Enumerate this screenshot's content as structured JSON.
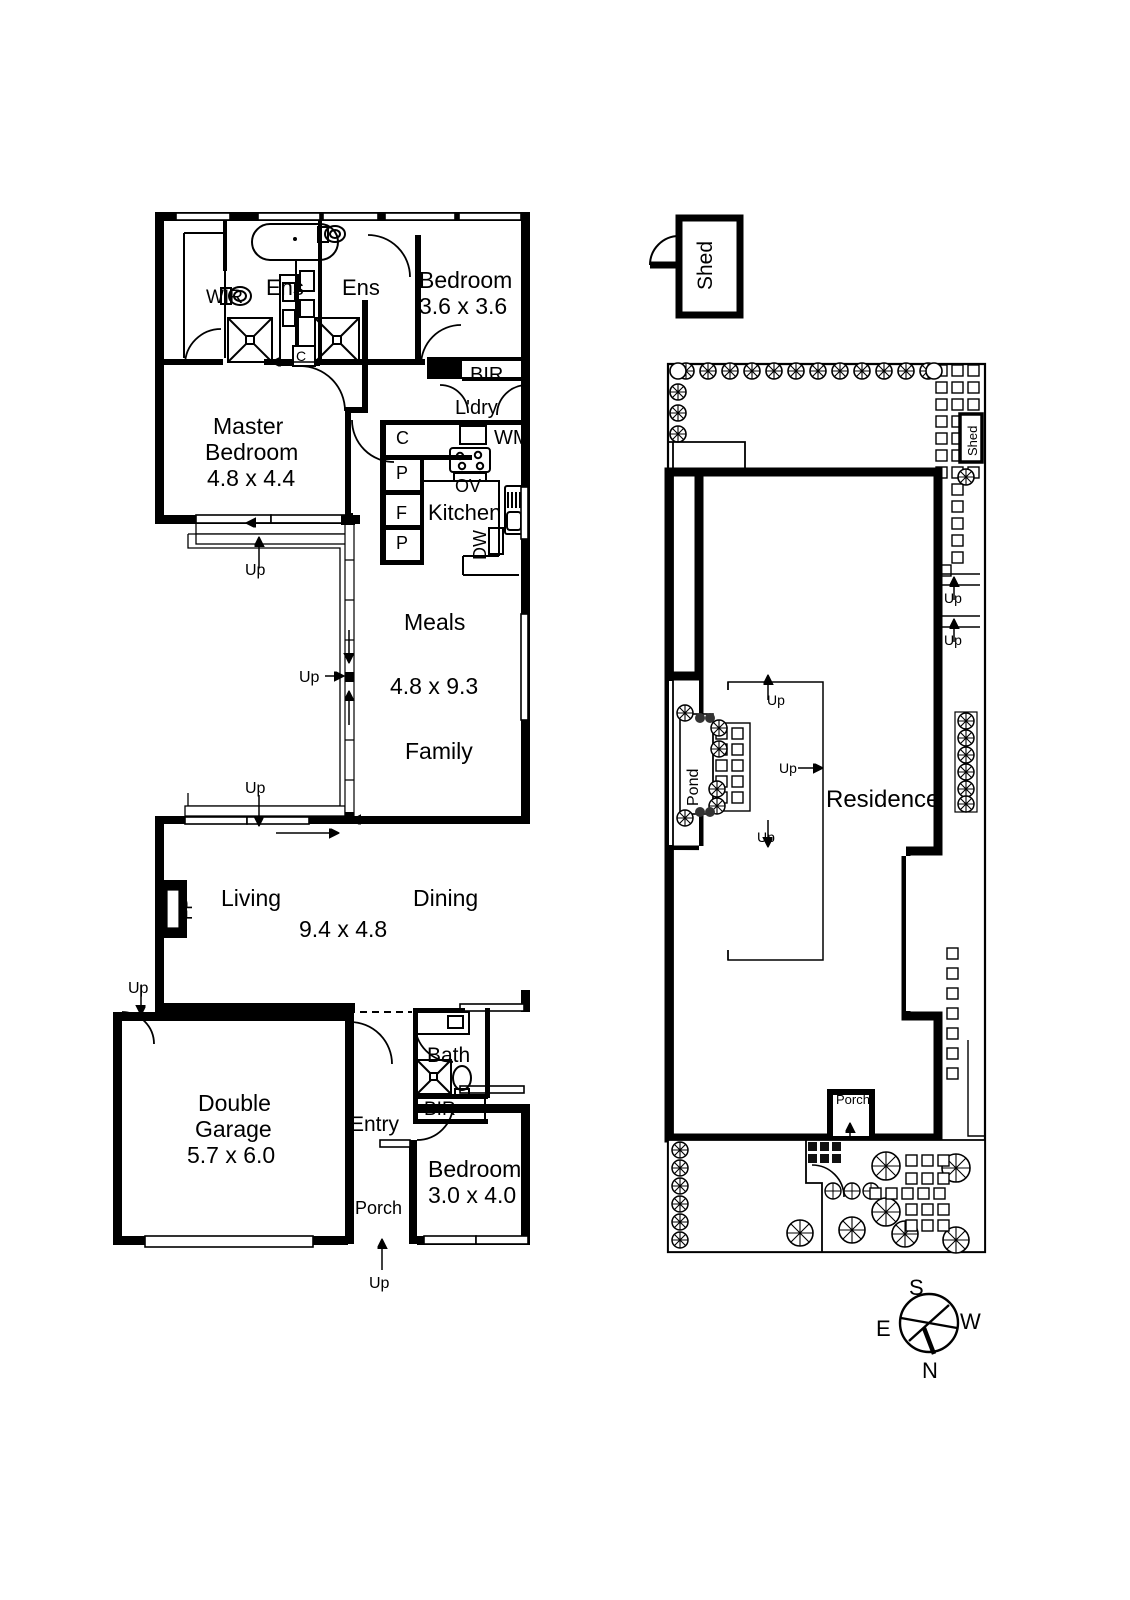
{
  "document": {
    "type": "residential-floor-plan",
    "sheets": [
      "ground-floor-plan",
      "site-plan"
    ]
  },
  "floor_plan": {
    "rooms": [
      {
        "id": "wir",
        "label": "WIR",
        "dims": null
      },
      {
        "id": "ens1",
        "label": "Ens",
        "dims": null
      },
      {
        "id": "ens2",
        "label": "Ens",
        "dims": null
      },
      {
        "id": "bedroom2",
        "label": "Bedroom",
        "dims": "3.6 x 3.6"
      },
      {
        "id": "master",
        "label": "Master Bedroom",
        "dims": "4.8 x 4.4"
      },
      {
        "id": "kitchen",
        "label": "Kitchen",
        "dims": null
      },
      {
        "id": "laundry",
        "label": "L'dry",
        "dims": null
      },
      {
        "id": "meals",
        "label": "Meals",
        "dims": "4.8 x 9.3"
      },
      {
        "id": "family",
        "label": "Family",
        "dims": null
      },
      {
        "id": "living",
        "label": "Living",
        "dims": null
      },
      {
        "id": "dining",
        "label": "Dining",
        "dims": "9.4 x 4.8"
      },
      {
        "id": "garage",
        "label": "Double Garage",
        "dims": "5.7 x 6.0"
      },
      {
        "id": "entry",
        "label": "Entry",
        "dims": null
      },
      {
        "id": "porch",
        "label": "Porch",
        "dims": null
      },
      {
        "id": "bath",
        "label": "Bath",
        "dims": null
      },
      {
        "id": "bedroom3",
        "label": "Bedroom",
        "dims": "3.0 x 4.0"
      }
    ],
    "labels": {
      "wir": "WIR",
      "ens_left": "Ens",
      "ens_right": "Ens",
      "bedroom2_name": "Bedroom",
      "bedroom2_dims": "3.6 x 3.6",
      "master_line1": "Master",
      "master_line2": "Bedroom",
      "master_dims": "4.8 x 4.4",
      "bir_top": "BIR",
      "ldry": "L'dry",
      "wm": "WM",
      "cupboard_c": "C",
      "pantry_p1": "P",
      "pantry_p2": "P",
      "fridge_f": "F",
      "oven_ov": "OV",
      "kitchen": "Kitchen",
      "dishwasher_dw": "DW",
      "meals": "Meals",
      "meals_dims": "4.8 x 9.3",
      "family": "Family",
      "living": "Living",
      "dining": "Dining",
      "living_dims": "9.4 x 4.8",
      "fireplace": "FP",
      "garage_line1": "Double",
      "garage_line2": "Garage",
      "garage_dims": "5.7 x 6.0",
      "entry": "Entry",
      "porch": "Porch",
      "bath": "Bath",
      "bir_bottom": "BIR",
      "bedroom3_name": "Bedroom",
      "bedroom3_dims": "3.0 x 4.0",
      "ens_cupboard_c": "C"
    },
    "stair_markers": [
      {
        "id": "up-master",
        "label": "Up",
        "direction": "down"
      },
      {
        "id": "up-hall-mid",
        "label": "Up",
        "direction": "right"
      },
      {
        "id": "up-hall-lower",
        "label": "Up",
        "direction": "down"
      },
      {
        "id": "up-garage-side",
        "label": "Up",
        "direction": "down"
      },
      {
        "id": "up-porch",
        "label": "Up",
        "direction": "up"
      }
    ]
  },
  "site_plan": {
    "labels": {
      "shed_detached": "Shed",
      "shed_site": "Shed",
      "residence": "Residence",
      "pond": "Pond",
      "porch": "Porch"
    },
    "stair_markers": [
      {
        "id": "site-up-1",
        "label": "Up"
      },
      {
        "id": "site-up-2",
        "label": "Up"
      },
      {
        "id": "site-up-3",
        "label": "Up"
      },
      {
        "id": "site-up-4",
        "label": "Up"
      },
      {
        "id": "site-up-5",
        "label": "Up"
      },
      {
        "id": "site-up-porch",
        "label": "Up"
      }
    ]
  },
  "compass": {
    "north": "N",
    "south": "S",
    "east": "E",
    "west": "W",
    "note": "rotated plan - S at top, N at bottom, E at left, W at right"
  },
  "colors": {
    "wall": "#000000",
    "line": "#1a1a1a",
    "thin": "#333333",
    "background": "#ffffff"
  }
}
